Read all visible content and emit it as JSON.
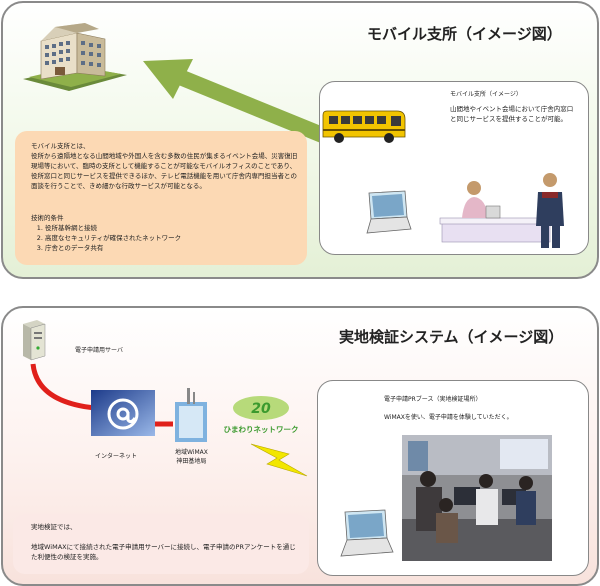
{
  "top": {
    "title": "モバイル支所（イメージ図）",
    "card_title": "モバイル支所（イメージ）",
    "card_body": "山間地やイベント会場において庁舎内窓口と同じサービスを提供することが可能。",
    "note_intro": "モバイル支所とは、",
    "note_body": "役所から遠隔地となる山間地域や外国人を含む多数の住民が集まるイベント会場、災害復旧現場等において、臨時の支所として機能することが可能なモバイルオフィスのことであり、役所窓口と同じサービスを提供できるほか、テレビ電話機能を用いて庁舎内専門担当者との面談を行うことで、きめ細かな行政サービスが可能となる。",
    "conditions_heading": "技術的条件",
    "conditions": [
      "役所基幹網と接続",
      "高度なセキュリティが確保されたネットワーク",
      "庁舎とのデータ共有"
    ]
  },
  "bottom": {
    "title": "実地検証システム（イメージ図）",
    "server_label": "電子申請用サーバ",
    "internet_label": "インターネット",
    "station_label_line1": "地域WiMAX",
    "station_label_line2": "神田基地局",
    "logo_badge": "20",
    "logo_text": "ひまわりネットワーク",
    "card_title": "電子申請PRブース（実地検証場所）",
    "card_body": "WiMAXを使い、電子申請を体験していただく。",
    "note_title": "実地検証では、",
    "note_body": "地域WiMAXにて接続された電子申請用サーバーに接続し、電子申請のPRアンケートを通じた利便性の検証を実施。"
  },
  "colors": {
    "arrow_green": "#8fb04a",
    "link_red": "#e0201b",
    "bolt_yellow": "#f2e600",
    "note_orange": "#fcd9b4",
    "bus_yellow": "#f2c400",
    "logo_green": "#3b9a2e"
  }
}
